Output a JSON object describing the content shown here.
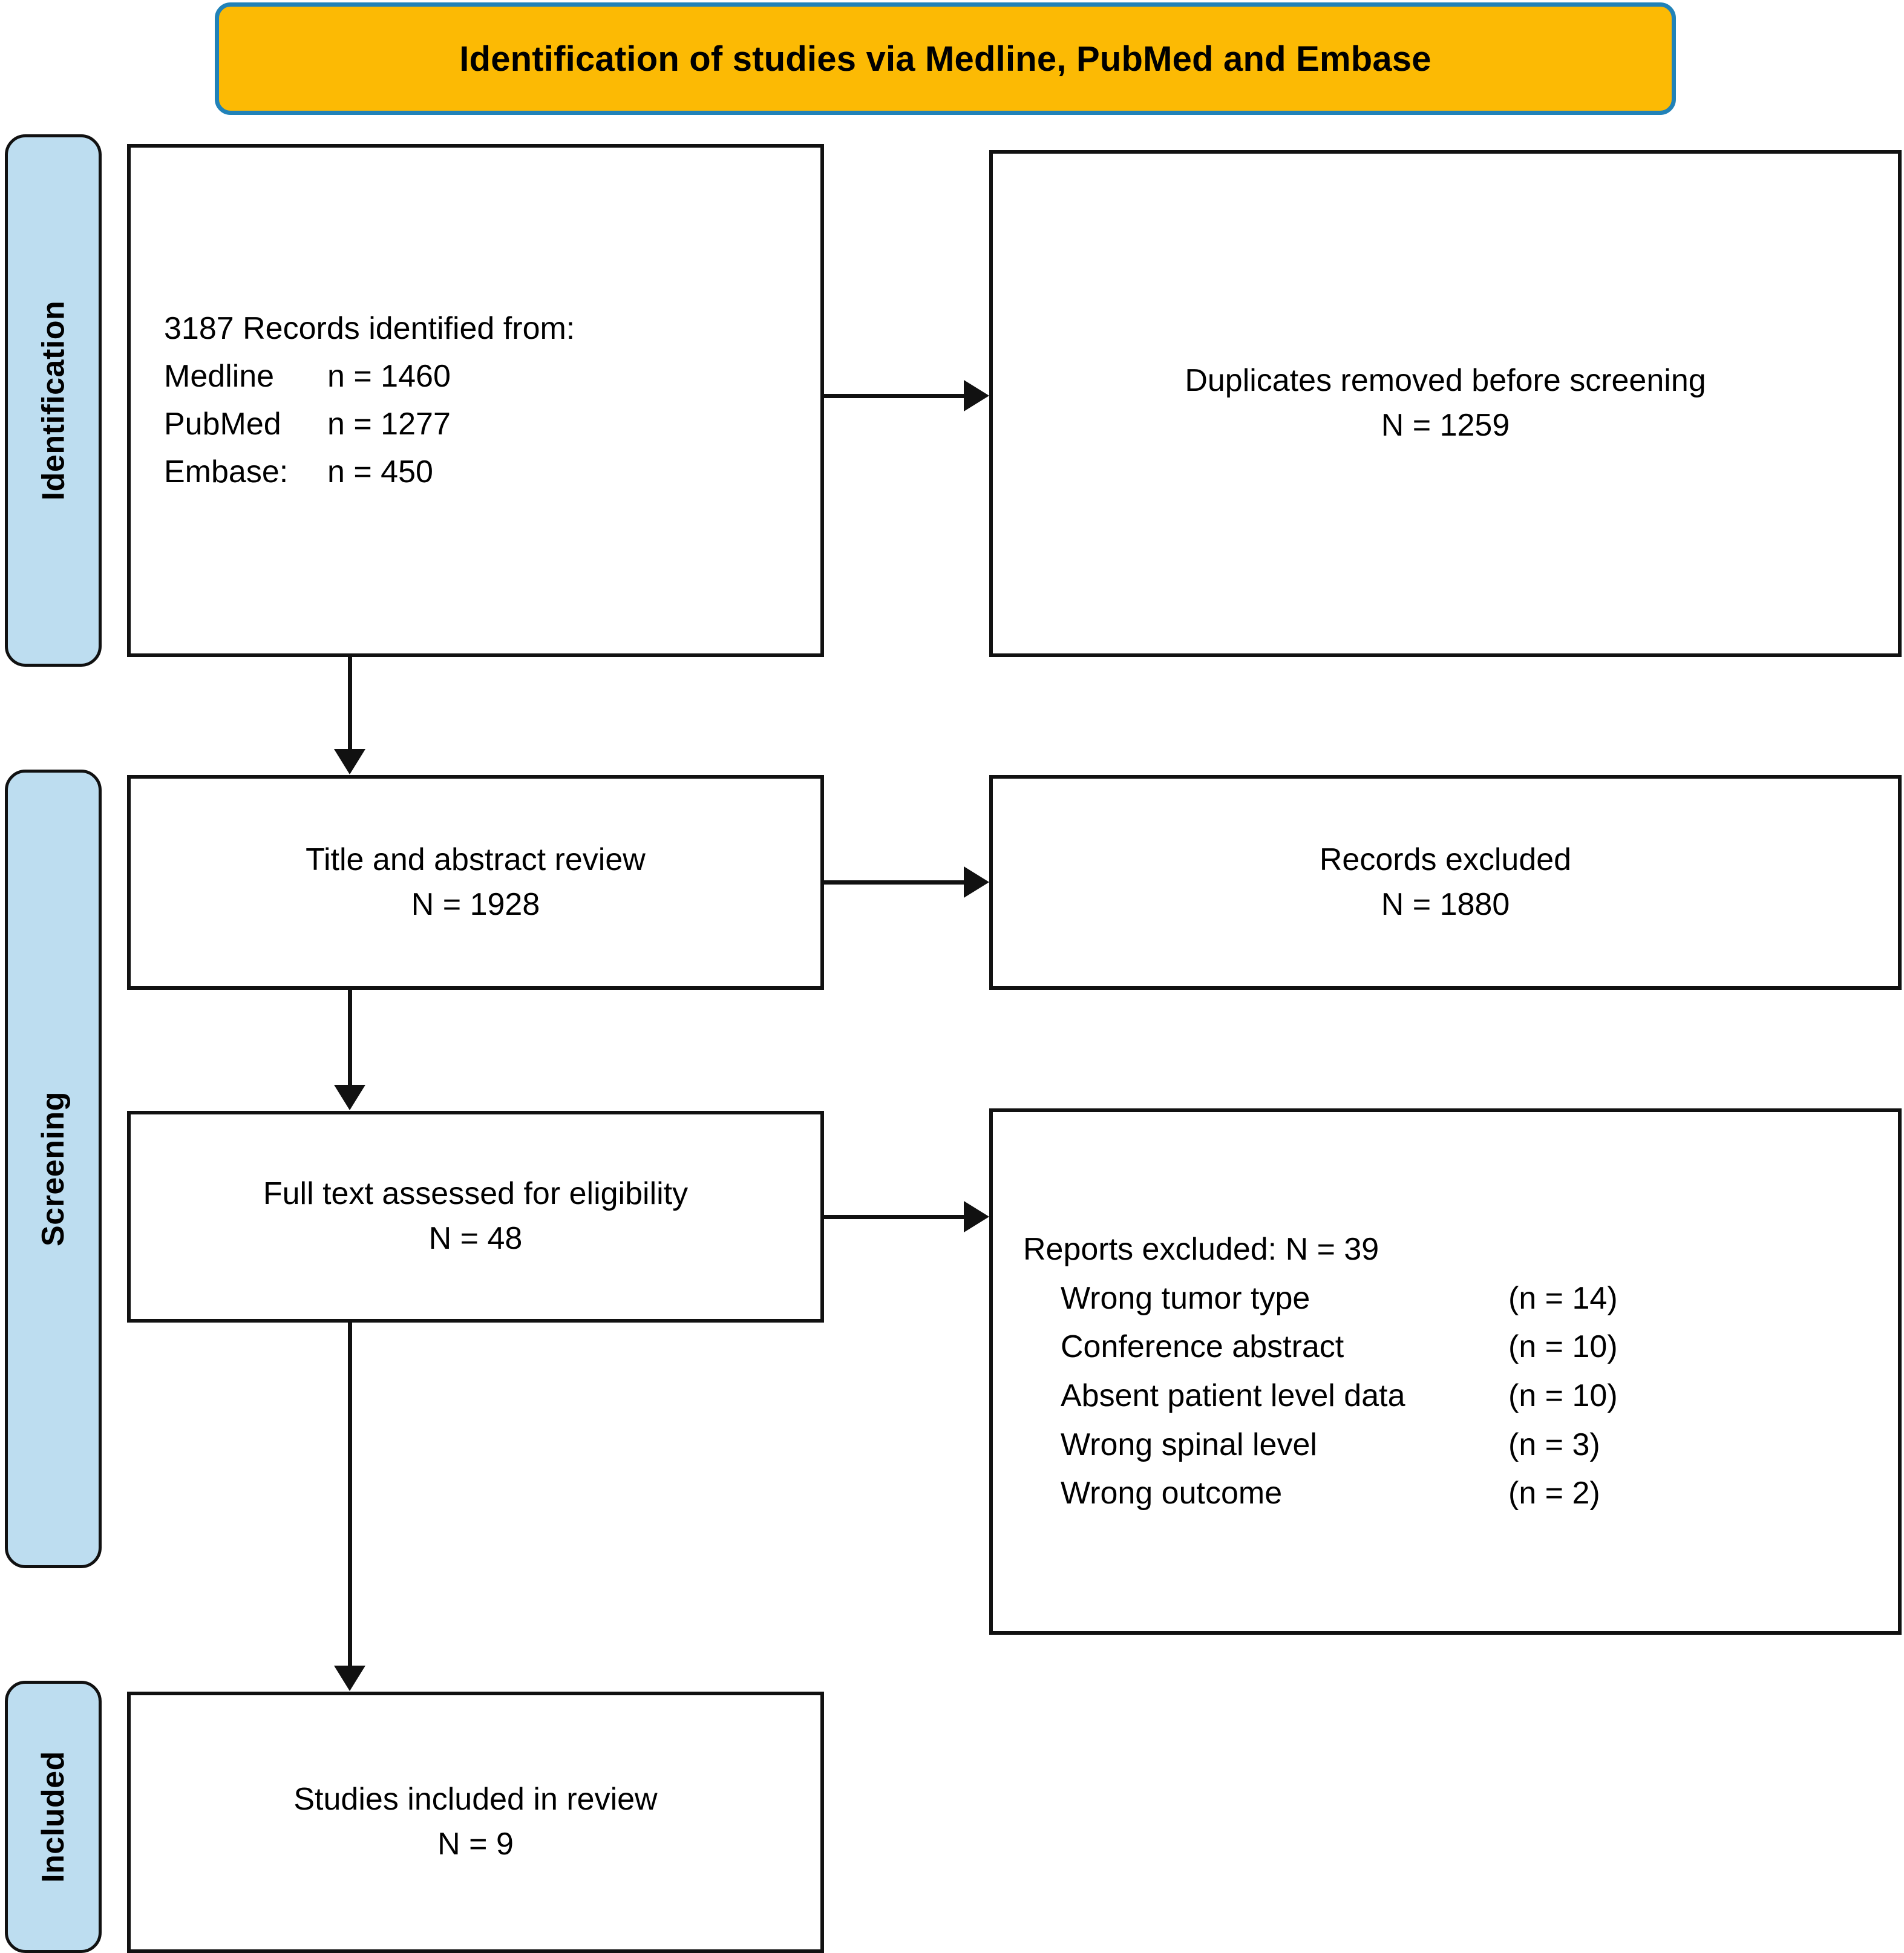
{
  "banner": {
    "title": "Identification of studies via Medline, PubMed and Embase",
    "fill_color": "#FCBA04",
    "border_color": "#2182B8"
  },
  "stages": {
    "identification": "Identification",
    "screening": "Screening",
    "included": "Included",
    "fill_color": "#BDDDF0",
    "border_color": "#111111"
  },
  "boxes": {
    "identified": {
      "heading": "3187 Records identified from:",
      "sources": [
        {
          "name": "Medline",
          "count": "n = 1460"
        },
        {
          "name": "PubMed",
          "count": "n = 1277"
        },
        {
          "name": "Embase:",
          "count": "n = 450"
        }
      ]
    },
    "duplicates": {
      "line1": "Duplicates removed before screening",
      "line2": "N = 1259"
    },
    "title_abstract": {
      "line1": "Title and abstract review",
      "line2": "N = 1928"
    },
    "records_excluded": {
      "line1": "Records excluded",
      "line2": "N = 1880"
    },
    "fulltext": {
      "line1": "Full text assessed for eligibility",
      "line2": "N = 48"
    },
    "reports_excluded": {
      "heading": "Reports excluded: N = 39",
      "reasons": [
        {
          "label": "Wrong tumor type",
          "count": "(n = 14)"
        },
        {
          "label": "Conference abstract",
          "count": "(n = 10)"
        },
        {
          "label": "Absent patient level data",
          "count": "(n = 10)"
        },
        {
          "label": "Wrong spinal level",
          "count": "(n = 3)"
        },
        {
          "label": "Wrong outcome",
          "count": "(n = 2)"
        }
      ]
    },
    "included": {
      "line1": "Studies included in review",
      "line2": "N = 9"
    }
  },
  "chart_data": {
    "type": "diagram",
    "title": "Identification of studies via Medline, PubMed and Embase",
    "nodes": [
      {
        "id": "identified",
        "stage": "Identification",
        "label": "3187 Records identified from: Medline n = 1460; PubMed n = 1277; Embase: n = 450",
        "value": 3187
      },
      {
        "id": "duplicates",
        "stage": "Identification",
        "label": "Duplicates removed before screening",
        "value": 1259
      },
      {
        "id": "title_abstract",
        "stage": "Screening",
        "label": "Title and abstract review",
        "value": 1928
      },
      {
        "id": "records_excluded",
        "stage": "Screening",
        "label": "Records excluded",
        "value": 1880
      },
      {
        "id": "fulltext",
        "stage": "Screening",
        "label": "Full text assessed for eligibility",
        "value": 48
      },
      {
        "id": "reports_excluded",
        "stage": "Screening",
        "label": "Reports excluded",
        "value": 39
      },
      {
        "id": "included",
        "stage": "Included",
        "label": "Studies included in review",
        "value": 9
      }
    ],
    "edges": [
      {
        "from": "identified",
        "to": "duplicates"
      },
      {
        "from": "identified",
        "to": "title_abstract"
      },
      {
        "from": "title_abstract",
        "to": "records_excluded"
      },
      {
        "from": "title_abstract",
        "to": "fulltext"
      },
      {
        "from": "fulltext",
        "to": "reports_excluded"
      },
      {
        "from": "fulltext",
        "to": "included"
      }
    ]
  }
}
